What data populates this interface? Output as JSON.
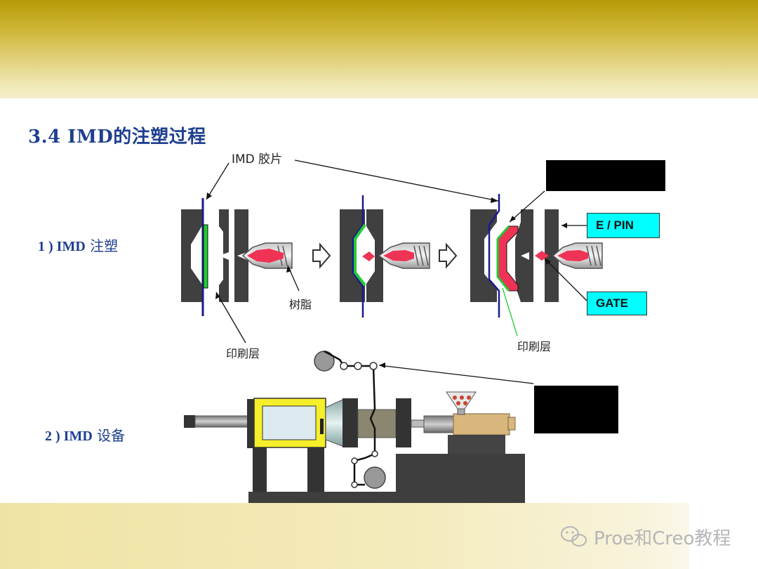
{
  "title": "3.4 IMD的注塑过程",
  "sections": [
    {
      "num": "1 ) IMD",
      "cn": " 注塑"
    },
    {
      "num": "2 ) IMD",
      "cn": " 设备"
    }
  ],
  "labels": {
    "imd_film": "IMD 胶片",
    "resin": "树脂",
    "print_layer_1": "印刷层",
    "print_layer_2": "印刷层",
    "epin": "E / PIN",
    "gate": "GATE"
  },
  "watermark": "Proe和Creo教程",
  "colors": {
    "title": "#1f3f8f",
    "mold": "#404040",
    "film": "#1a1a8c",
    "print": "#22cc33",
    "resin": "#ee3355",
    "box": "#00ffff"
  }
}
